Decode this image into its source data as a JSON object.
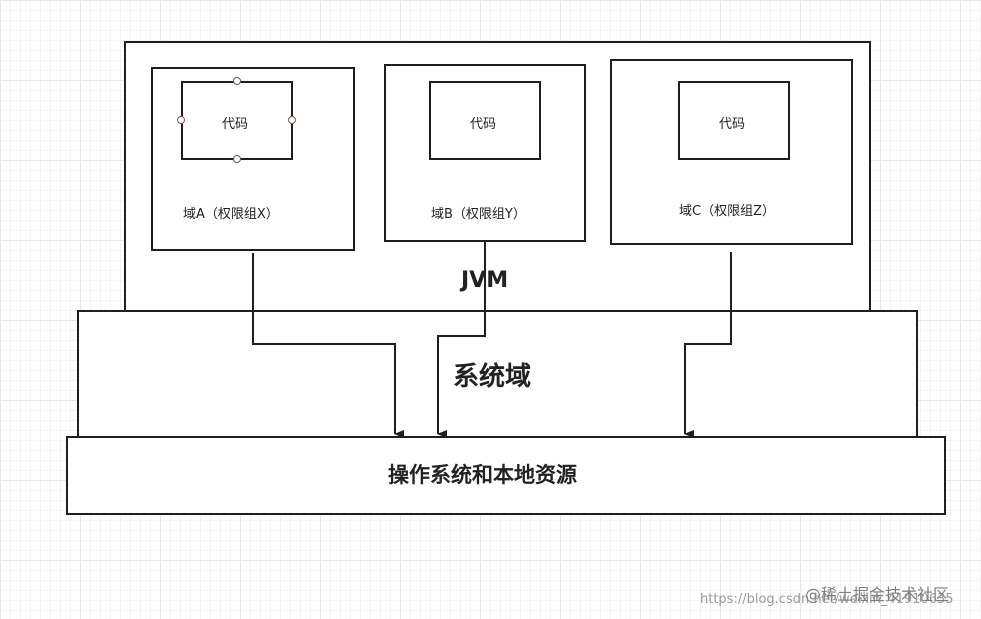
{
  "jvm": {
    "label": "JVM"
  },
  "system_domain": {
    "label": "系统域"
  },
  "os": {
    "label": "操作系统和本地资源"
  },
  "domains": [
    {
      "name": "域A（权限组X）",
      "code": "代码"
    },
    {
      "name": "域B（权限组Y）",
      "code": "代码"
    },
    {
      "name": "域C（权限组Z）",
      "code": "代码"
    }
  ],
  "watermark": {
    "url": "https://blog.csdn.net/weixin_41910635",
    "brand": "@稀土掘金技术社区"
  },
  "colors": {
    "stroke": "#1f1f1f",
    "handle": "#8a4b4b",
    "grid": "#e6e6e6"
  }
}
